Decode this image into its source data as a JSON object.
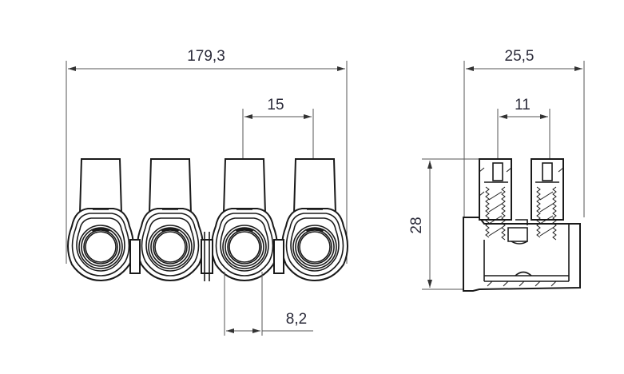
{
  "drawing": {
    "front_view": {
      "overall_width_label": "179,3",
      "pitch_label": "15",
      "ring_width_label": "8,2",
      "terminal_count": 4
    },
    "side_view": {
      "width_label": "25,5",
      "screw_pitch_label": "11",
      "height_label": "28"
    },
    "colors": {
      "line": "#1a1a1a",
      "dimension_line": "#555555",
      "text": "#2b2b3a"
    }
  }
}
